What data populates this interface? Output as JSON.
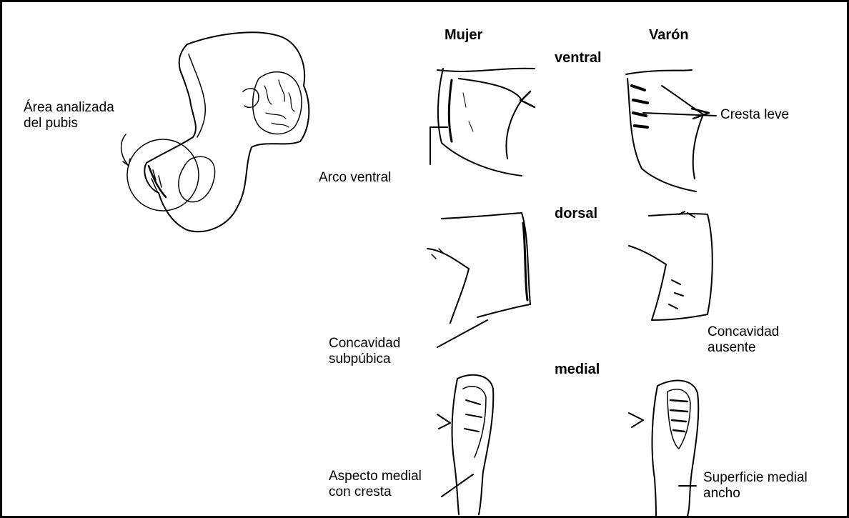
{
  "figure": {
    "column_headers": {
      "female": "Mujer",
      "male": "Varón"
    },
    "view_labels": {
      "ventral": "ventral",
      "dorsal": "dorsal",
      "medial": "medial"
    },
    "overview_label": {
      "line1": "Área analizada",
      "line2": "del pubis"
    },
    "annotations": {
      "ventral_arc": "Arco ventral",
      "slight_crest": "Cresta leve",
      "subpubic_concavity": {
        "line1": "Concavidad",
        "line2": "subpúbica"
      },
      "absent_concavity": {
        "line1": "Concavidad",
        "line2": "ausente"
      },
      "medial_aspect": {
        "line1": "Aspecto medial",
        "line2": "con cresta"
      },
      "medial_surface": {
        "line1": "Superficie medial",
        "line2": "ancho"
      }
    }
  },
  "colors": {
    "ink": "#000000",
    "background": "#ffffff",
    "border": "#000000"
  }
}
